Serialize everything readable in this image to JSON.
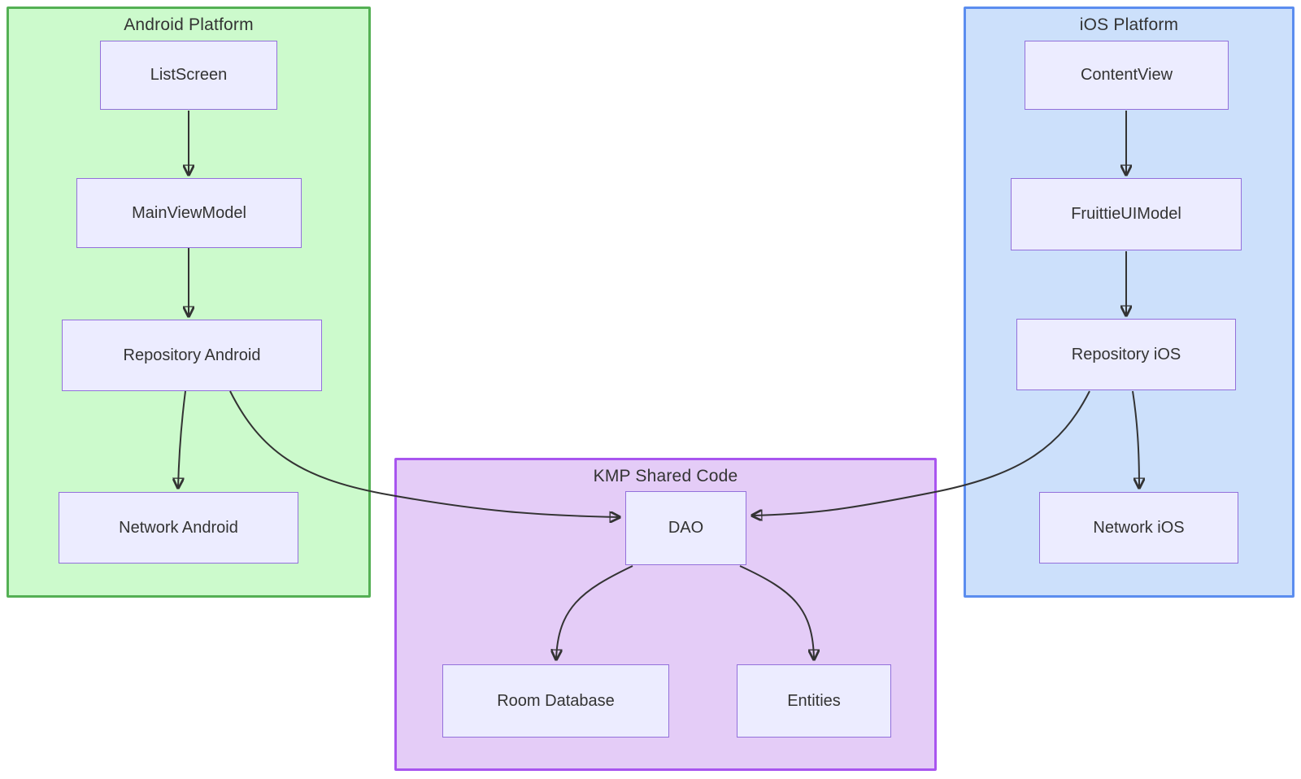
{
  "diagram": {
    "type": "flowchart",
    "title": "",
    "groups": [
      {
        "id": "android",
        "title": "Android Platform",
        "fill": "#ccfacc",
        "border": "#54b054",
        "nodes": [
          {
            "id": "listscreen",
            "label": "ListScreen"
          },
          {
            "id": "mainviewmodel",
            "label": "MainViewModel"
          },
          {
            "id": "repository_android",
            "label": "Repository Android"
          },
          {
            "id": "network_android",
            "label": "Network Android"
          }
        ]
      },
      {
        "id": "ios",
        "title": "iOS Platform",
        "fill": "#cce0fb",
        "border": "#5b8def",
        "nodes": [
          {
            "id": "contentview",
            "label": "ContentView"
          },
          {
            "id": "fruittieuimodel",
            "label": "FruittieUIModel"
          },
          {
            "id": "repository_ios",
            "label": "Repository iOS"
          },
          {
            "id": "network_ios",
            "label": "Network iOS"
          }
        ]
      },
      {
        "id": "kmp",
        "title": "KMP Shared Code",
        "fill": "#e4ccf7",
        "border": "#a855ef",
        "nodes": [
          {
            "id": "dao",
            "label": "DAO"
          },
          {
            "id": "room_database",
            "label": "Room Database"
          },
          {
            "id": "entities",
            "label": "Entities"
          }
        ]
      }
    ],
    "edges": [
      {
        "from": "ListScreen",
        "to": "MainViewModel"
      },
      {
        "from": "MainViewModel",
        "to": "Repository Android"
      },
      {
        "from": "Repository Android",
        "to": "Network Android"
      },
      {
        "from": "Repository Android",
        "to": "DAO"
      },
      {
        "from": "ContentView",
        "to": "FruittieUIModel"
      },
      {
        "from": "FruittieUIModel",
        "to": "Repository iOS"
      },
      {
        "from": "Repository iOS",
        "to": "Network iOS"
      },
      {
        "from": "Repository iOS",
        "to": "DAO"
      },
      {
        "from": "DAO",
        "to": "Room Database"
      },
      {
        "from": "DAO",
        "to": "Entities"
      }
    ],
    "colors": {
      "node_fill": "#ececff",
      "node_border": "#9370db",
      "edge": "#333333",
      "text": "#333333",
      "background": "#ffffff"
    }
  }
}
